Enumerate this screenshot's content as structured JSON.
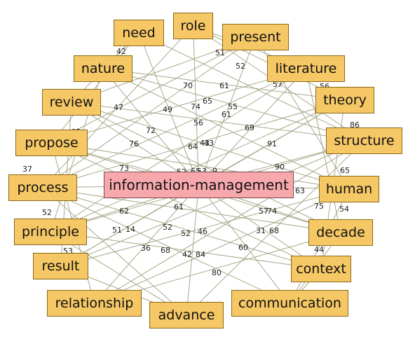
{
  "graph": {
    "center": "information-management",
    "nodes": [
      "need",
      "role",
      "present",
      "nature",
      "literature",
      "review",
      "theory",
      "propose",
      "structure",
      "process",
      "human",
      "principle",
      "decade",
      "result",
      "context",
      "relationship",
      "advance",
      "communication"
    ],
    "edge_labels": [
      "42",
      "51",
      "52",
      "70",
      "61",
      "57",
      "56",
      "65",
      "74",
      "49",
      "47",
      "55",
      "61",
      "43",
      "72",
      "56",
      "69",
      "65",
      "43",
      "76",
      "64",
      "43",
      "91",
      "86",
      "73",
      "52",
      "65",
      "53",
      "9",
      "90",
      "65",
      "37",
      "52",
      "62",
      "61",
      "63",
      "57",
      "74",
      "75",
      "54",
      "52",
      "51",
      "14",
      "52",
      "46",
      "31",
      "68",
      "44",
      "53",
      "36",
      "68",
      "42",
      "84",
      "60",
      "80",
      "56"
    ],
    "colors": {
      "node_fill": "#f5c765",
      "center_fill": "#f7a8ad",
      "edge": "#a8a88a"
    }
  }
}
